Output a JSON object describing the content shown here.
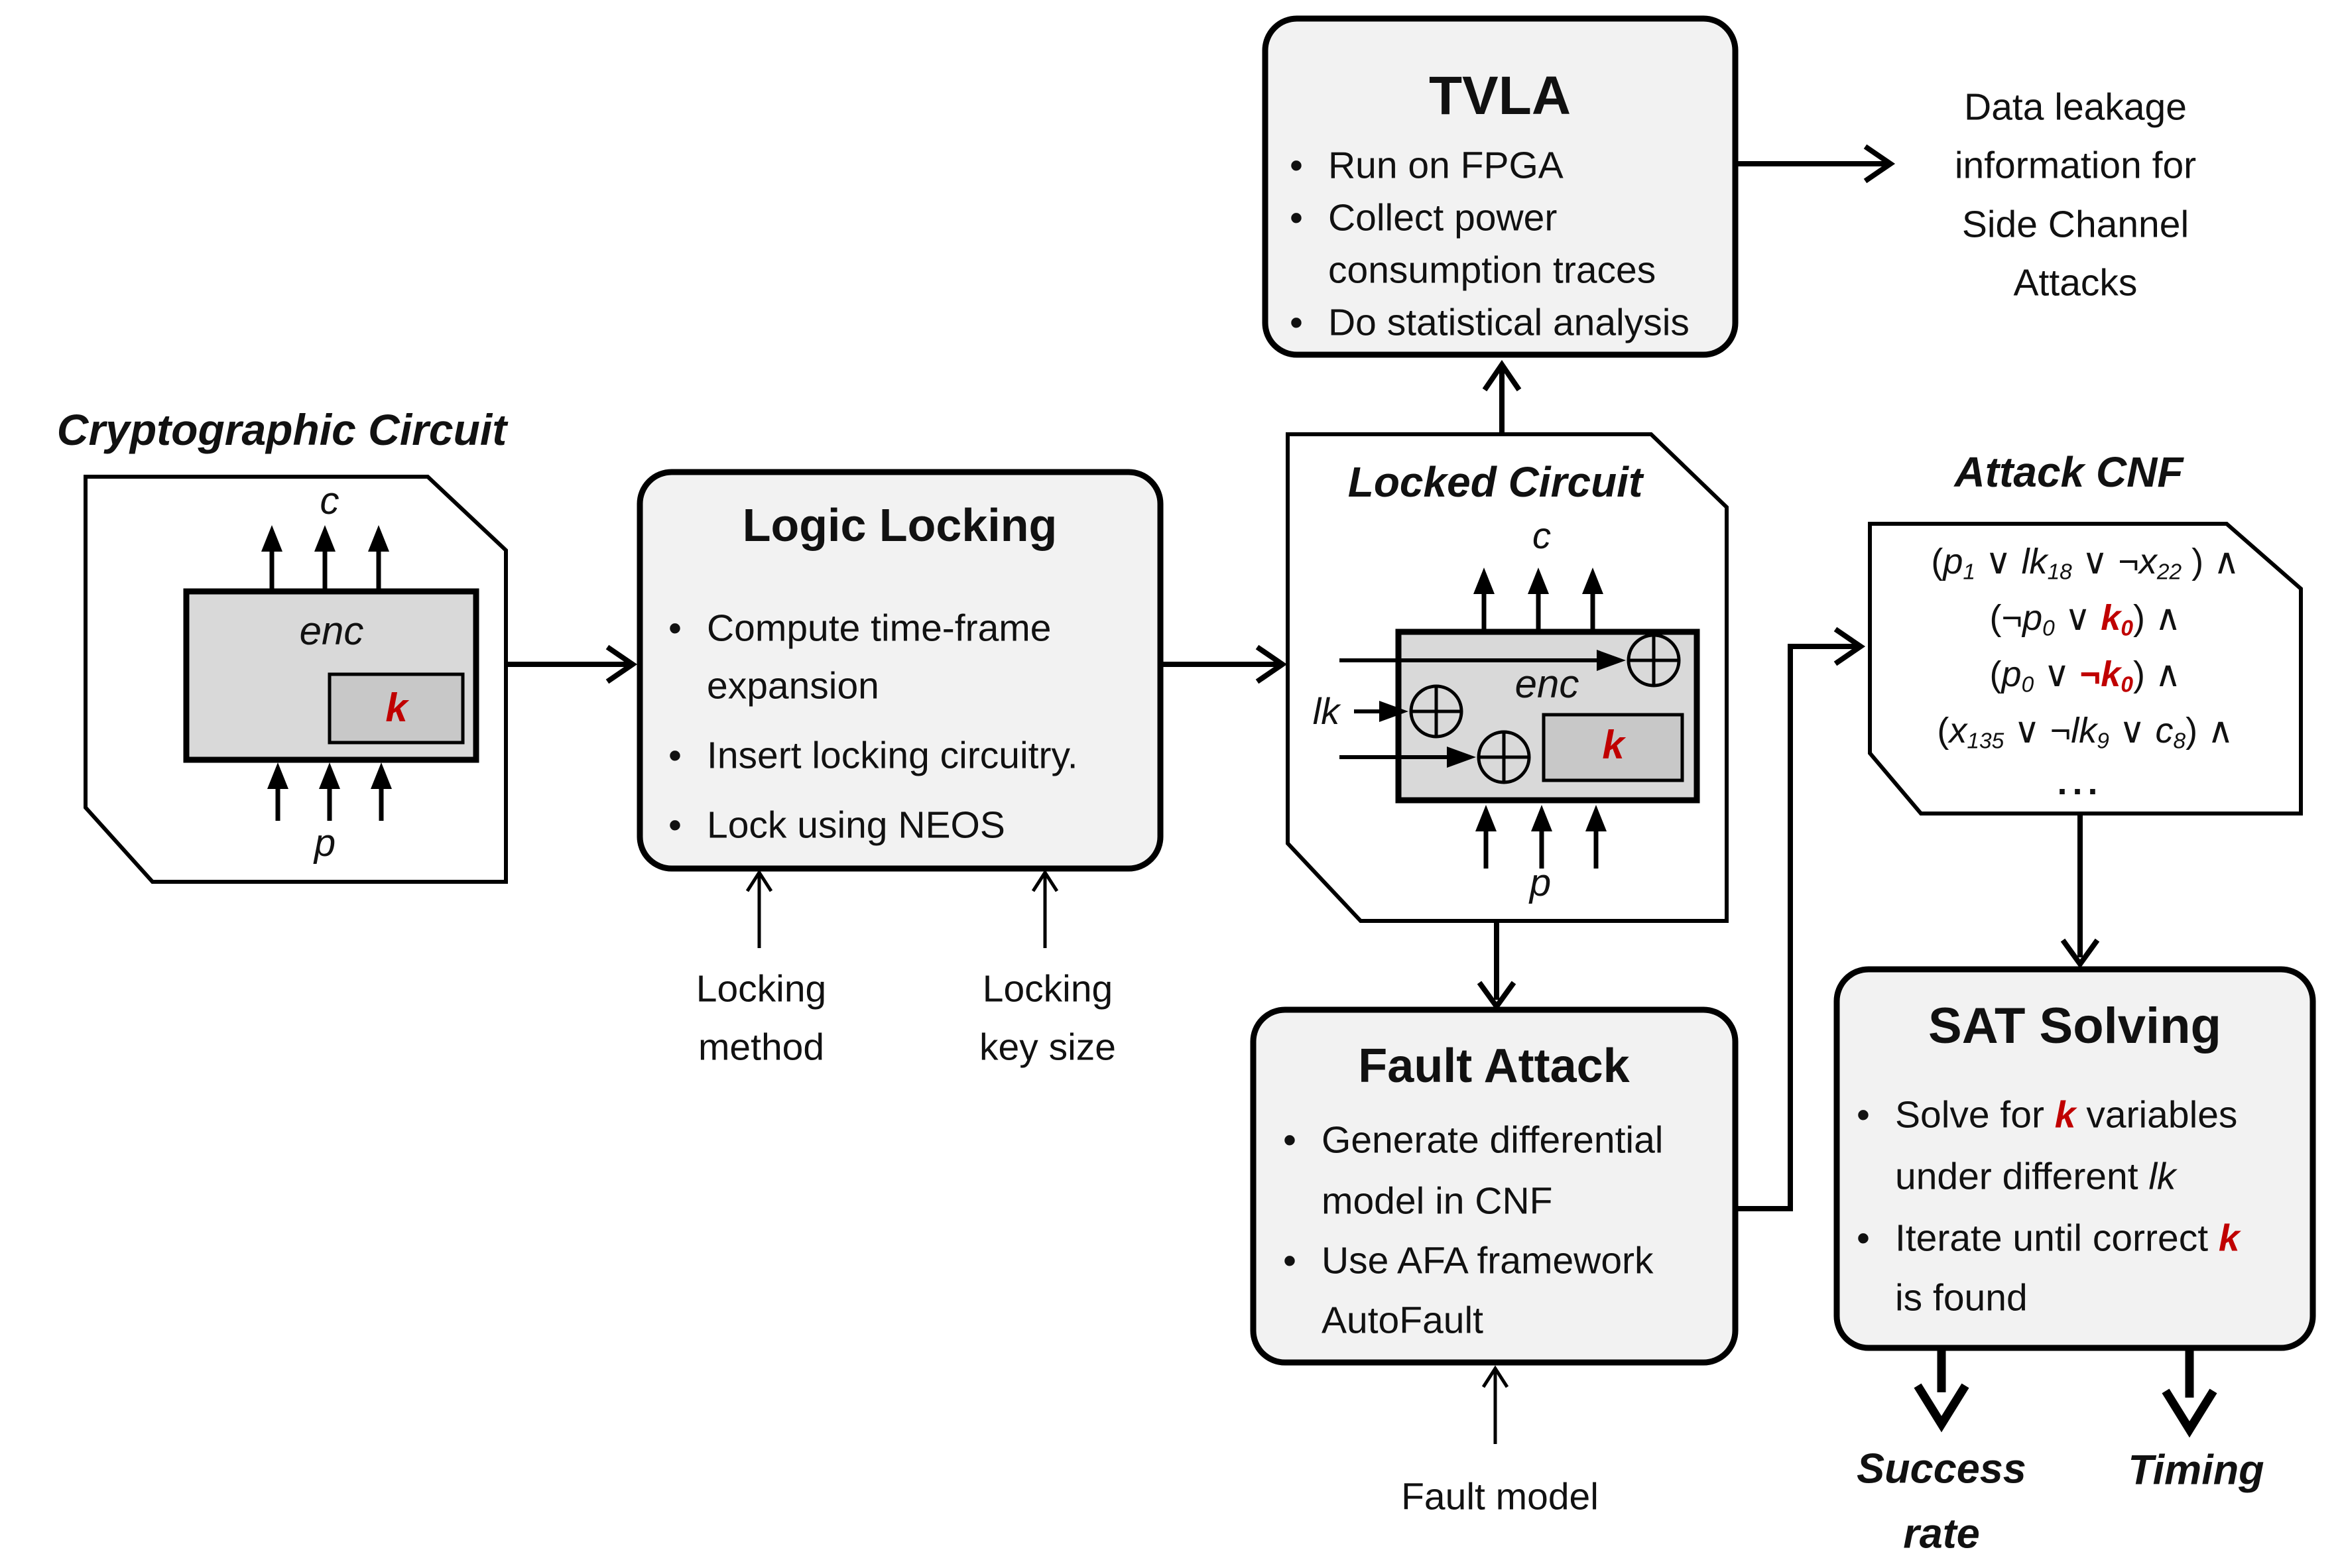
{
  "glyphs": {
    "bullet": "•",
    "dots": "..."
  },
  "colors": {
    "red": "#c00000",
    "box_fill": "#f2f2f2",
    "enc_fill": "#d9d9d9",
    "key_fill": "#c8c8c8",
    "ink": "#111111"
  },
  "crypto_circuit": {
    "title": "Cryptographic Circuit",
    "output_label": "c",
    "module_label": "enc",
    "key_label": "k",
    "input_label": "p"
  },
  "logic_locking": {
    "title": "Logic Locking",
    "bullets": [
      {
        "t": "Compute time-frame"
      },
      {
        "t": "expansion"
      },
      {
        "t": "Insert locking circuitry."
      },
      {
        "t": "Lock using NEOS"
      }
    ],
    "inputs": [
      [
        "Locking",
        "method"
      ],
      [
        "Locking",
        "key size"
      ]
    ]
  },
  "tvla": {
    "title": "TVLA",
    "bullets": [
      {
        "t": "Run on FPGA"
      },
      {
        "t": "Collect power"
      },
      {
        "t": "consumption traces"
      },
      {
        "t": "Do statistical analysis"
      }
    ]
  },
  "side_channel_note": {
    "lines": [
      "Data leakage",
      "information for",
      "Side Channel",
      "Attacks"
    ]
  },
  "locked_circuit": {
    "title": "Locked Circuit",
    "output_label": "c",
    "module_label": "enc",
    "key_label": "k",
    "input_label": "p",
    "lock_key_label": "lk"
  },
  "attack_cnf": {
    "title": "Attack CNF",
    "clauses": [
      [
        {
          "t": "("
        },
        {
          "t": "p",
          "c": "v"
        },
        {
          "t": "1",
          "c": "s"
        },
        {
          "t": " ∨ "
        },
        {
          "t": "lk",
          "c": "v"
        },
        {
          "t": "18",
          "c": "s"
        },
        {
          "t": " ∨ ¬"
        },
        {
          "t": "x",
          "c": "v"
        },
        {
          "t": "22",
          "c": "s"
        },
        {
          "t": " ) ∧"
        }
      ],
      [
        {
          "t": "(¬"
        },
        {
          "t": "p",
          "c": "v"
        },
        {
          "t": "0",
          "c": "s"
        },
        {
          "t": " ∨ "
        },
        {
          "t": "k",
          "c": "r"
        },
        {
          "t": "0",
          "c": "rs"
        },
        {
          "t": ") ∧"
        }
      ],
      [
        {
          "t": "("
        },
        {
          "t": "p",
          "c": "v"
        },
        {
          "t": "0",
          "c": "s"
        },
        {
          "t": " ∨ "
        },
        {
          "t": "¬",
          "c": "r"
        },
        {
          "t": "k",
          "c": "r"
        },
        {
          "t": "0",
          "c": "rs"
        },
        {
          "t": ") ∧"
        }
      ],
      [
        {
          "t": "("
        },
        {
          "t": "x",
          "c": "v"
        },
        {
          "t": "135",
          "c": "s"
        },
        {
          "t": " ∨ ¬"
        },
        {
          "t": "lk",
          "c": "v"
        },
        {
          "t": "9",
          "c": "s"
        },
        {
          "t": " ∨ "
        },
        {
          "t": "c",
          "c": "v"
        },
        {
          "t": "8",
          "c": "s"
        },
        {
          "t": ") ∧"
        }
      ]
    ]
  },
  "fault_attack": {
    "title": "Fault Attack",
    "bullets": [
      {
        "t": "Generate differential"
      },
      {
        "t": "model in CNF"
      },
      {
        "t": "Use AFA framework"
      },
      {
        "t": "AutoFault"
      }
    ],
    "input_label": "Fault model"
  },
  "sat_solving": {
    "title": "SAT Solving",
    "bullets": [
      [
        {
          "t": "Solve for "
        },
        {
          "t": "k",
          "c": "r"
        },
        {
          "t": " variables"
        }
      ],
      [
        {
          "t": "under different "
        },
        {
          "t": "lk",
          "c": "v"
        }
      ],
      [
        {
          "t": "Iterate until correct "
        },
        {
          "t": "k",
          "c": "r"
        }
      ],
      [
        {
          "t": "is found"
        }
      ]
    ],
    "outputs": {
      "success": [
        "Success",
        "rate"
      ],
      "timing": "Timing"
    }
  }
}
